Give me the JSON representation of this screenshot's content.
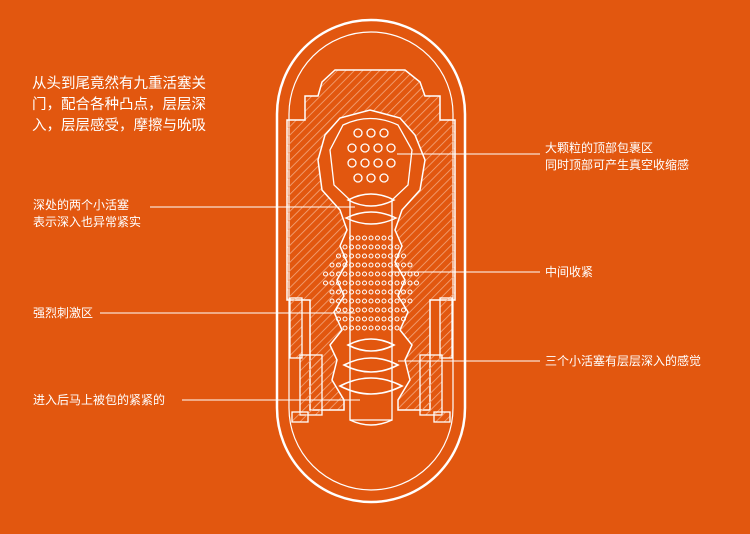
{
  "heading": {
    "lines": [
      "从头到尾竟然有九重活塞关",
      "门，配合各种凸点，层层深",
      "入，层层感受，摩擦与吮吸"
    ]
  },
  "callouts": {
    "top_right": {
      "lines": [
        "大颗粒的顶部包裹区",
        "同时顶部可产生真空收缩感"
      ]
    },
    "mid_left": {
      "lines": [
        "深处的两个小活塞",
        "表示深入也异常紧实"
      ]
    },
    "mid_right": {
      "text": "中间收紧"
    },
    "lower_left": {
      "text": "强烈刺激区"
    },
    "lower_right": {
      "text": "三个小活塞有层层深入的感觉"
    },
    "bottom_left": {
      "text": "进入后马上被包的紧紧的"
    }
  },
  "colors": {
    "background": "#e2570f",
    "line": "#ffffff",
    "hatch": "#f3a77e"
  }
}
